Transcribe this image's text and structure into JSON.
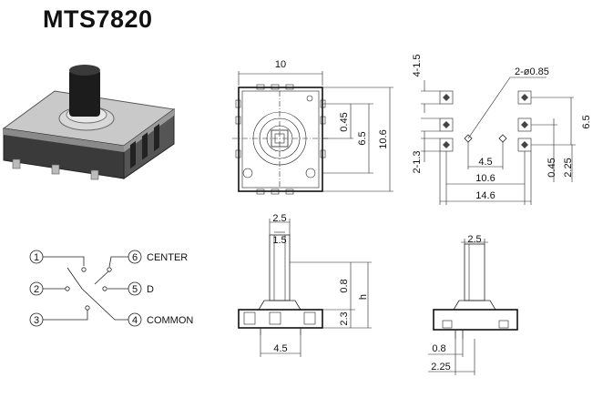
{
  "title": "MTS7820",
  "schematic": {
    "pins": [
      "1",
      "2",
      "3",
      "4",
      "5",
      "6"
    ],
    "labels": {
      "center": "CENTER",
      "d": "D",
      "common": "COMMON"
    }
  },
  "top_view": {
    "width": "10",
    "dim_a": "0.45",
    "dim_b": "6.5",
    "height": "10.6"
  },
  "footprint": {
    "top_left": "4-1.5",
    "hole": "2-ø0.85",
    "left_side": "2-1.3",
    "pitch_h": "4.5",
    "right_outer": "6.5",
    "inner_w": "10.6",
    "total_w": "14.6",
    "v_a": "0.45",
    "v_b": "2.25"
  },
  "front_view": {
    "stem_w": "2.5",
    "stem_inner": "1.5",
    "v_small": "0.8",
    "height_label": "h",
    "body": "2.3",
    "pin_pitch": "4.5"
  },
  "side_view": {
    "stem_w": "2.5",
    "pin": "0.8",
    "offset": "2.25"
  }
}
